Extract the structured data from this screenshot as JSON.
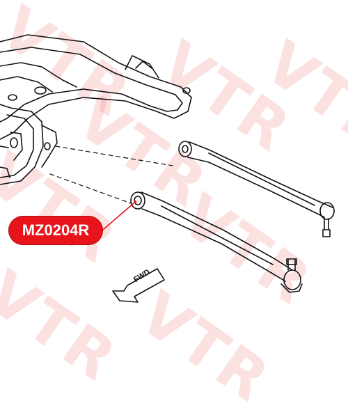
{
  "watermark": {
    "text": "VTR"
  },
  "callout": {
    "part_number": "MZ0204R"
  },
  "direction_arrow": {
    "label": "FWD"
  },
  "colors": {
    "callout_fill": "#e8141c",
    "callout_text": "#ffffff",
    "leader_line": "#e8141c",
    "drawing_line": "#111111"
  },
  "icons": [
    "forward-arrow-icon"
  ]
}
